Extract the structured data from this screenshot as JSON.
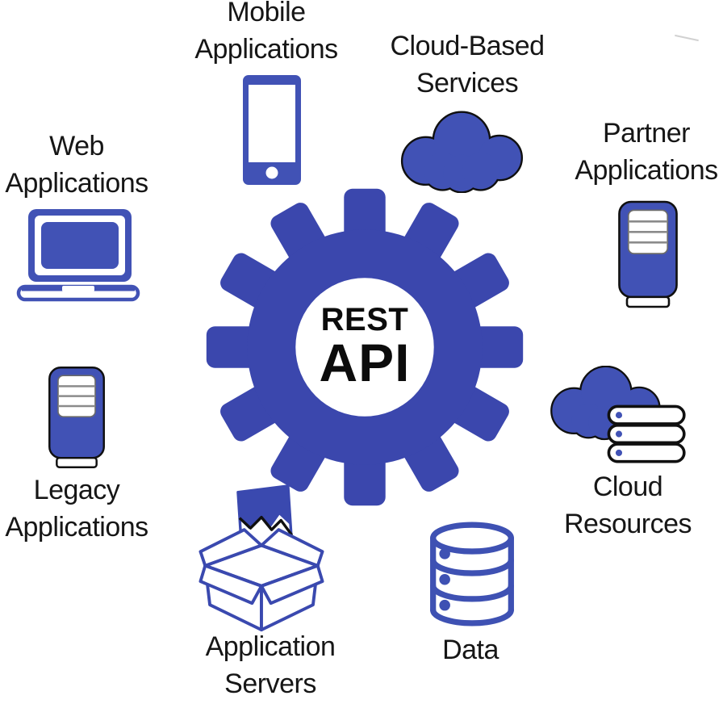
{
  "title": "REST API integration diagram",
  "colors": {
    "background": "#ffffff",
    "gear_blue": "#3B47AD",
    "icon_blue": "#4152B5",
    "db_blue": "#3E51B3",
    "box_blue": "#3A49AF",
    "outline_black": "#101010",
    "text_black": "#161616",
    "panel_gray": "#8b8b8b"
  },
  "center": {
    "line1": "REST",
    "line2": "API"
  },
  "nodes": [
    {
      "label": "Mobile Applications",
      "icon": "smartphone-icon",
      "position": "top"
    },
    {
      "label": "Cloud-Based Services",
      "icon": "cloud-icon",
      "position": "top-right"
    },
    {
      "label": "Partner Applications",
      "icon": "server-icon",
      "position": "right"
    },
    {
      "label": "Web Applications",
      "icon": "laptop-icon",
      "position": "left"
    },
    {
      "label": "Legacy Applications",
      "icon": "server-icon",
      "position": "bottom-left"
    },
    {
      "label": "Application Servers",
      "icon": "open-box-icon",
      "position": "bottom"
    },
    {
      "label": "Data",
      "icon": "database-icon",
      "position": "bottom-right"
    },
    {
      "label": "Cloud Resources",
      "icon": "cloud-storage-icon",
      "position": "right-lower"
    }
  ]
}
